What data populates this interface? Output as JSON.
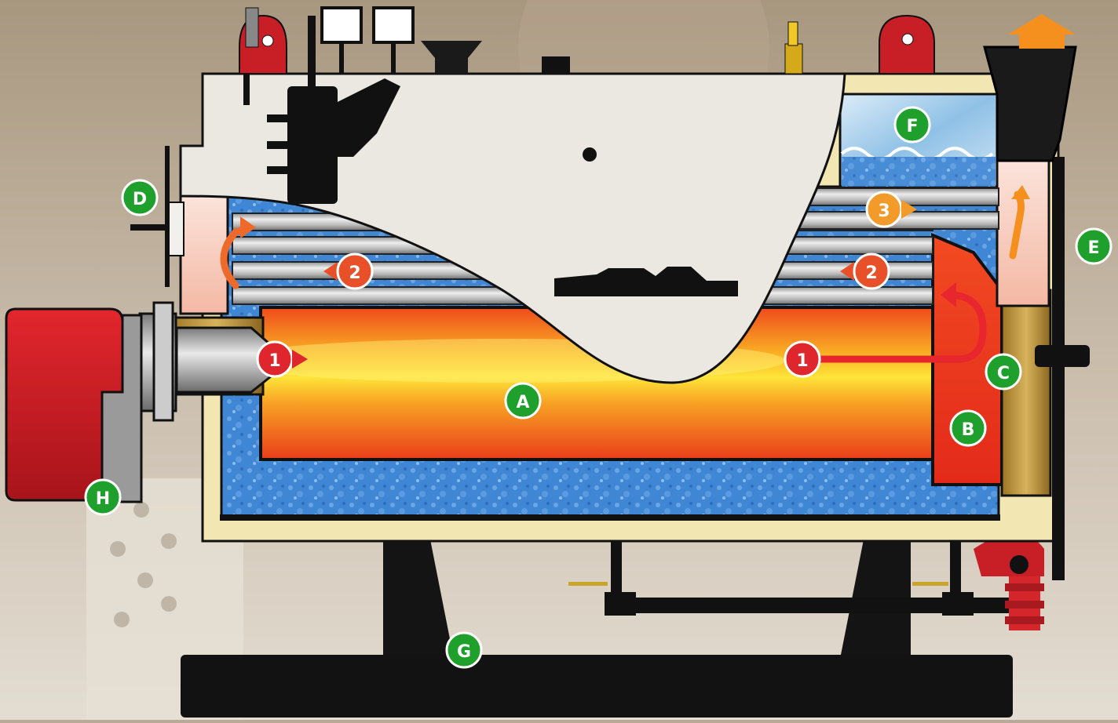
{
  "diagram": {
    "letters": {
      "A": "A",
      "B": "B",
      "C": "C",
      "D": "D",
      "E": "E",
      "F": "F",
      "G": "G",
      "H": "H"
    },
    "pass_numbers": {
      "one": "1",
      "two": "2",
      "three": "3"
    }
  },
  "colors": {
    "letter_badge": "#1fa02c",
    "pass_one_badge": "#e0262d",
    "pass_two_badge": "#e8502a",
    "pass_three_badge": "#f29b2b",
    "water": "#3f86d4",
    "insulation": "#f3e6b3",
    "shell": "#ede9e3",
    "burner": "#d21f26",
    "frame": "#111111",
    "exhaust_arrow": "#f5901e"
  }
}
